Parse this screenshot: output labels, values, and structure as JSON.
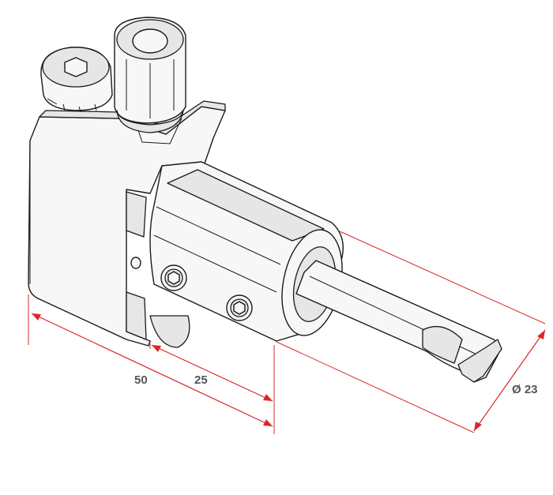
{
  "dimensions": {
    "overall_length": "50",
    "half_length": "25",
    "diameter": "Ø 23"
  },
  "colors": {
    "dimension_line": "#d9262b",
    "outline": "#1a1a1a",
    "label": "#555555"
  }
}
